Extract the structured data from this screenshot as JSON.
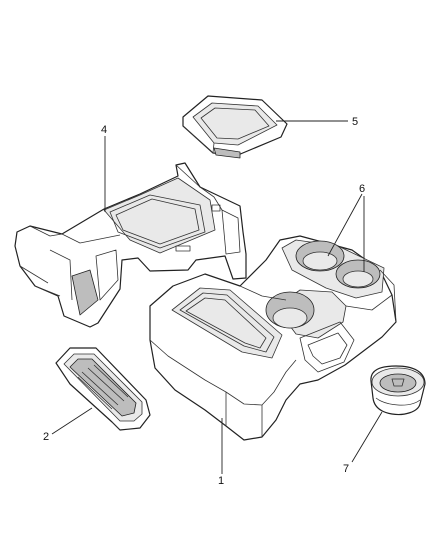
{
  "callouts": [
    {
      "id": "1",
      "label": "1"
    },
    {
      "id": "2",
      "label": "2"
    },
    {
      "id": "4",
      "label": "4"
    },
    {
      "id": "5",
      "label": "5"
    },
    {
      "id": "6",
      "label": "6"
    },
    {
      "id": "7",
      "label": "7"
    }
  ]
}
